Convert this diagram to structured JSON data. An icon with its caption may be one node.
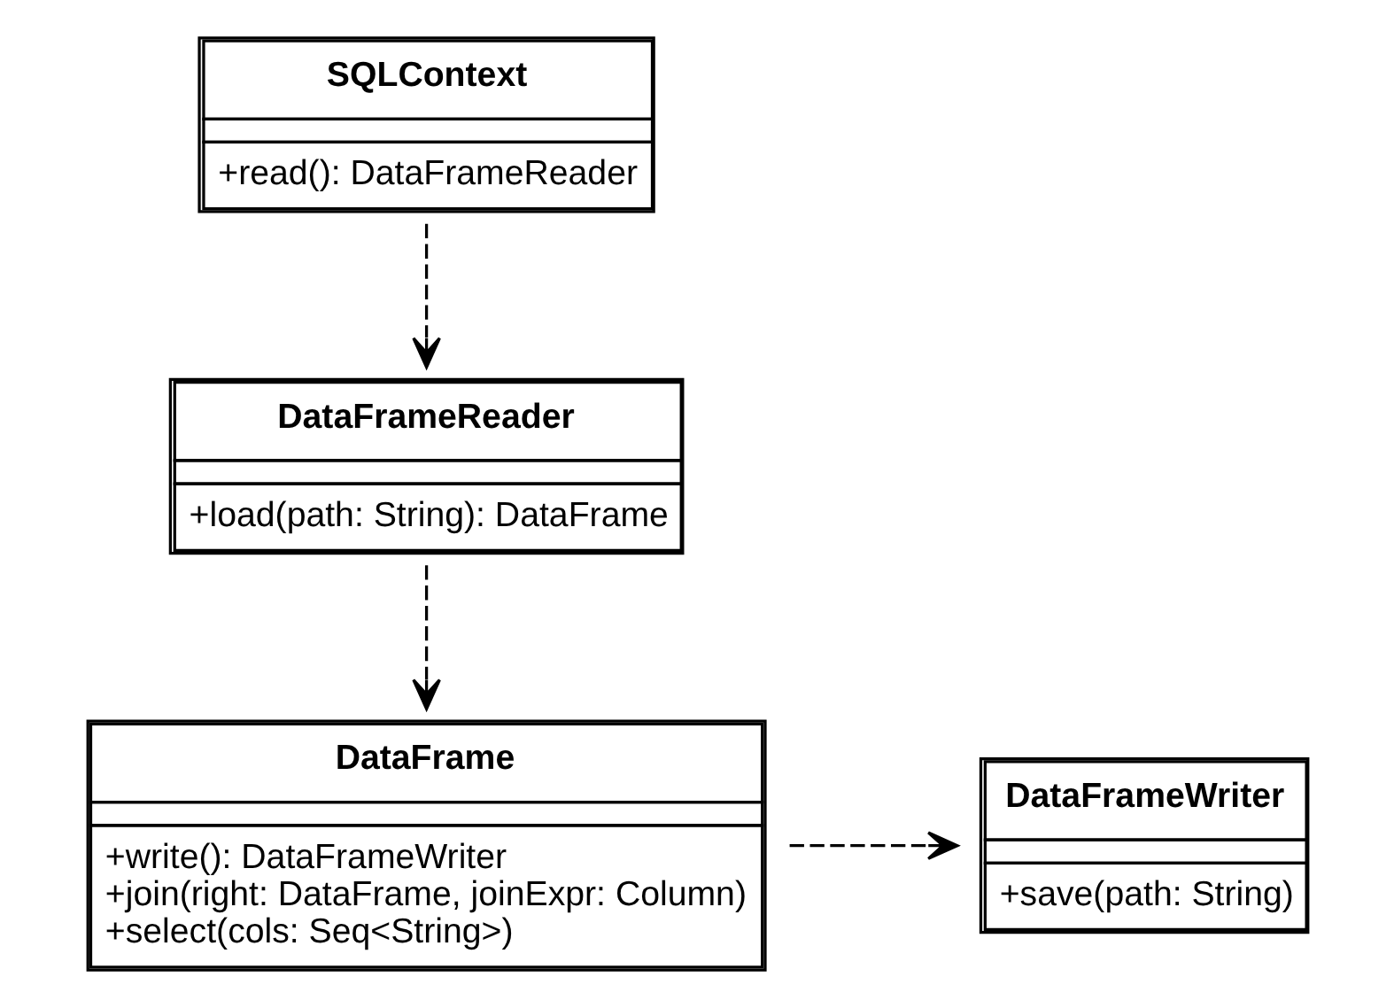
{
  "diagram": {
    "nodes": [
      {
        "text": [
          "SQLContext",
          "+read(): DataFrameReader"
        ]
      },
      {
        "text": [
          "DataFrameReader",
          "+load(path: String): DataFrame"
        ]
      },
      {
        "text": [
          "DataFrame",
          "+write(): DataFrameWriter",
          "+join(right: DataFrame, joinExpr: Column)",
          "+select(cols: Seq<String>)"
        ]
      },
      {
        "text": [
          "DataFrameWriter",
          "+save(path: String)"
        ]
      }
    ],
    "edges": [
      {
        "from": 0,
        "to": 1,
        "arrow": "to",
        "style": "dashed"
      },
      {
        "from": 1,
        "to": 2,
        "arrow": "to",
        "style": "dashed"
      },
      {
        "from": 2,
        "to": 3,
        "arrow": "to",
        "style": "dashed"
      }
    ]
  }
}
